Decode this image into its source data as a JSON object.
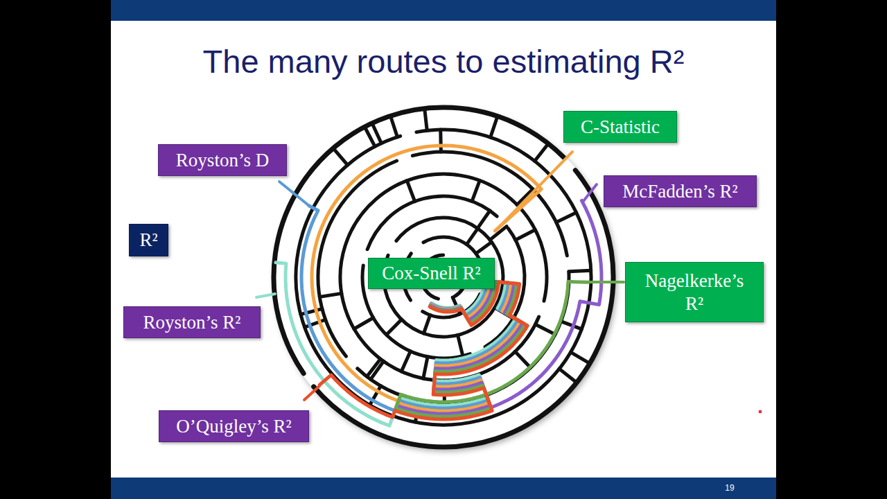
{
  "diagram": {
    "title": "The many routes to estimating R²",
    "nodes": [
      {
        "text": [
          "C-Statistic"
        ]
      },
      {
        "text": [
          "Royston’s D"
        ]
      },
      {
        "text": [
          "McFadden’s R²"
        ]
      },
      {
        "text": [
          "R²"
        ]
      },
      {
        "text": [
          "Cox-Snell R²"
        ]
      },
      {
        "text": [
          "Nagelkerke’s R²"
        ]
      },
      {
        "text": [
          "Royston’s R²"
        ]
      },
      {
        "text": [
          "O’Quigley’s R²"
        ]
      }
    ],
    "labels": [
      "19"
    ]
  }
}
